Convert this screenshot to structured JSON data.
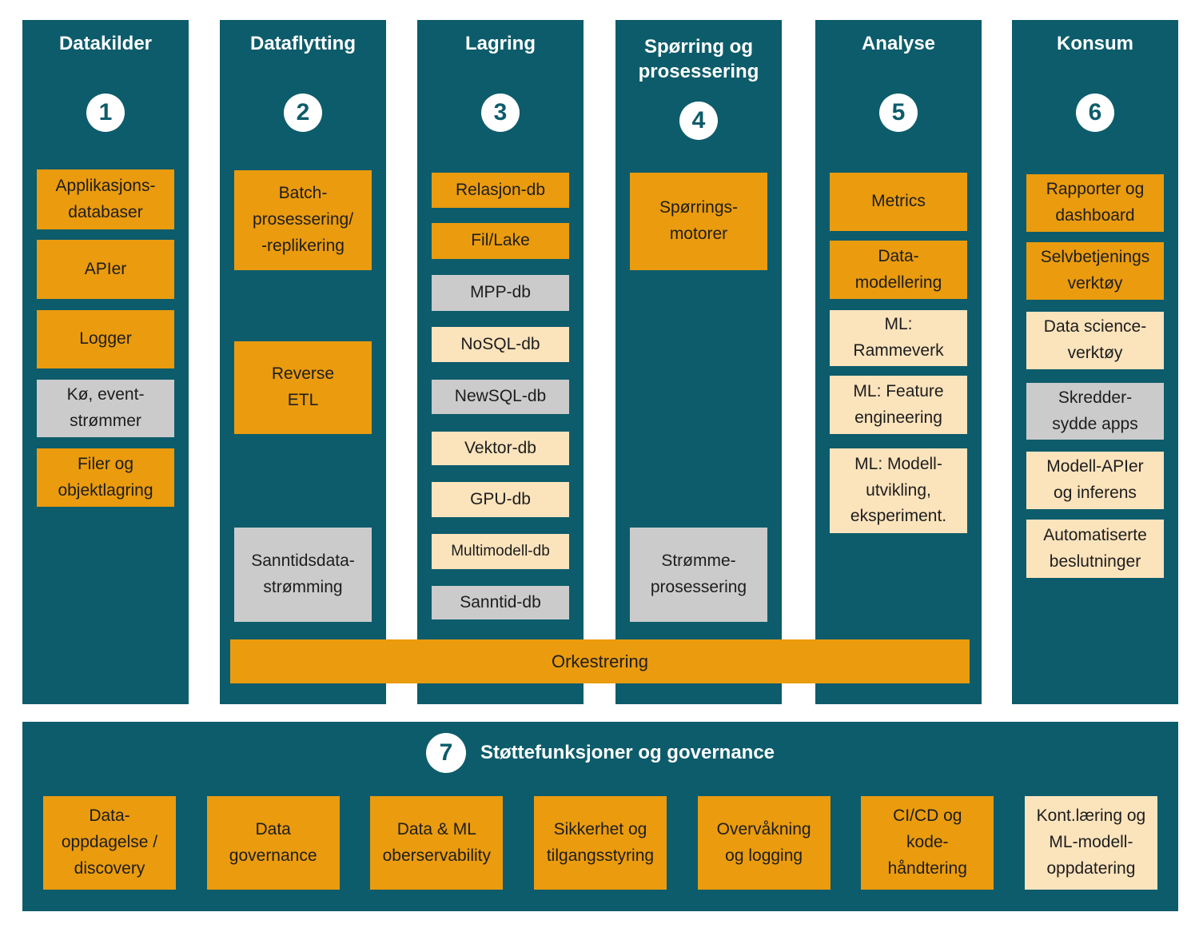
{
  "palette": {
    "teal": "#0d5c6b",
    "orange": "#ea9b0e",
    "gray": "#cbcbcb",
    "cream": "#fbe3bc",
    "badge_bg": "#ffffff",
    "badge_text": "#0d5c6b",
    "box_text": "#1d1d1d",
    "header_text": "#ffffff"
  },
  "columns": [
    {
      "number": "1",
      "title": "Datakilder",
      "boxes": [
        {
          "label": "Applikasjons-\ndatabaser",
          "variant": "orange"
        },
        {
          "label": "APIer",
          "variant": "orange"
        },
        {
          "label": "Logger",
          "variant": "orange"
        },
        {
          "label": "Kø, event-\nstrømmer",
          "variant": "gray"
        },
        {
          "label": "Filer og\nobjektlagring",
          "variant": "orange"
        }
      ]
    },
    {
      "number": "2",
      "title": "Dataflytting",
      "boxes": [
        {
          "label": "Batch-\nprosessering/\n-replikering",
          "variant": "orange"
        },
        {
          "label": "Reverse\nETL",
          "variant": "orange"
        },
        {
          "label": "Sanntidsdata-\nstrømming",
          "variant": "gray"
        }
      ]
    },
    {
      "number": "3",
      "title": "Lagring",
      "boxes": [
        {
          "label": "Relasjon-db",
          "variant": "orange"
        },
        {
          "label": "Fil/Lake",
          "variant": "orange"
        },
        {
          "label": "MPP-db",
          "variant": "gray"
        },
        {
          "label": "NoSQL-db",
          "variant": "cream"
        },
        {
          "label": "NewSQL-db",
          "variant": "gray"
        },
        {
          "label": "Vektor-db",
          "variant": "cream"
        },
        {
          "label": "GPU-db",
          "variant": "cream"
        },
        {
          "label": "Multimodell-db",
          "variant": "cream"
        },
        {
          "label": "Sanntid-db",
          "variant": "gray"
        }
      ]
    },
    {
      "number": "4",
      "title": "Spørring og\nprosessering",
      "boxes": [
        {
          "label": "Spørrings-\nmotorer",
          "variant": "orange"
        },
        {
          "label": "Strømme-\nprosessering",
          "variant": "gray"
        }
      ]
    },
    {
      "number": "5",
      "title": "Analyse",
      "boxes": [
        {
          "label": "Metrics",
          "variant": "orange"
        },
        {
          "label": "Data-\nmodellering",
          "variant": "orange"
        },
        {
          "label": "ML:\nRammeverk",
          "variant": "cream"
        },
        {
          "label": "ML: Feature\nengineering",
          "variant": "cream"
        },
        {
          "label": "ML: Modell-\nutvikling,\neksperiment.",
          "variant": "cream"
        }
      ]
    },
    {
      "number": "6",
      "title": "Konsum",
      "boxes": [
        {
          "label": "Rapporter og\ndashboard",
          "variant": "orange"
        },
        {
          "label": "Selvbetjenings\nverktøy",
          "variant": "orange"
        },
        {
          "label": "Data science-\nverktøy",
          "variant": "cream"
        },
        {
          "label": "Skredder-\nsydde apps",
          "variant": "gray"
        },
        {
          "label": "Modell-APIer\nog inferens",
          "variant": "cream"
        },
        {
          "label": "Automatiserte\nbeslutninger",
          "variant": "cream"
        }
      ]
    }
  ],
  "orchestration_label": "Orkestrering",
  "support": {
    "number": "7",
    "title": "Støttefunksjoner og governance",
    "boxes": [
      {
        "label": "Data-\noppdagelse /\ndiscovery",
        "variant": "orange"
      },
      {
        "label": "Data\ngovernance",
        "variant": "orange"
      },
      {
        "label": "Data & ML\noberservability",
        "variant": "orange"
      },
      {
        "label": "Sikkerhet og\ntilgangsstyring",
        "variant": "orange"
      },
      {
        "label": "Overvåkning\nog logging",
        "variant": "orange"
      },
      {
        "label": "CI/CD og\nkode-\nhåndtering",
        "variant": "orange"
      },
      {
        "label": "Kont.læring og\nML-modell-\noppdatering",
        "variant": "cream"
      }
    ]
  }
}
